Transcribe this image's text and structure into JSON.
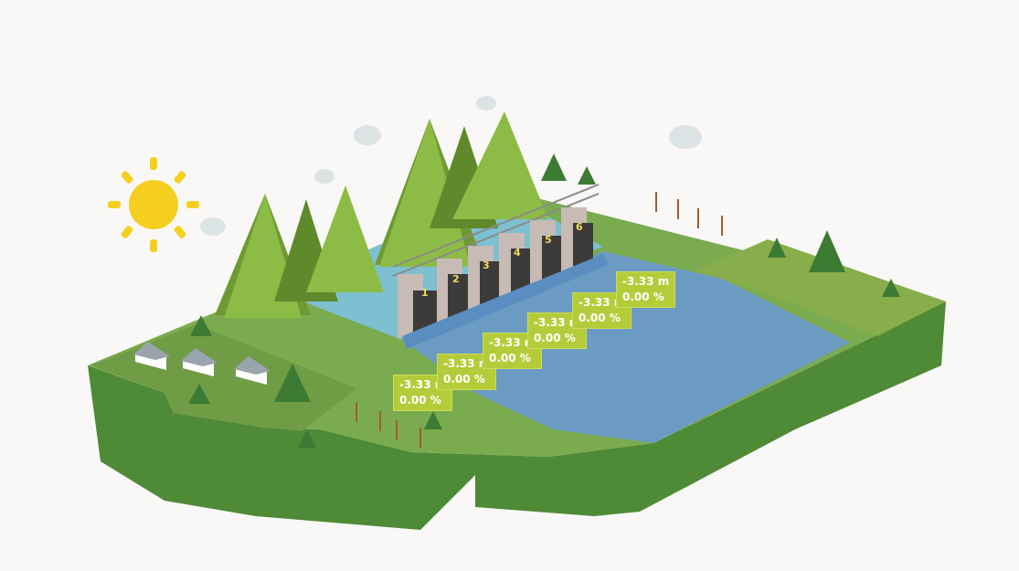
{
  "colors": {
    "background": "#f9f8f7",
    "grass_top": "#7bab4f",
    "grass_side": "#4f8a37",
    "reservoir": "#7cc0d2",
    "downstream": "#6b9bc2",
    "mountain": "#8cbc45",
    "gate_concrete": "#c8bab4",
    "sun": "#f5cf1f",
    "readout_bg": "#b5cc3a",
    "gate_number": "#f2dc5c"
  },
  "gates": [
    {
      "number": "1",
      "level": "-3.33 m",
      "opening": "0.00 %"
    },
    {
      "number": "2",
      "level": "-3.33 m",
      "opening": "0.00 %"
    },
    {
      "number": "3",
      "level": "-3.33 m",
      "opening": "0.00 %"
    },
    {
      "number": "4",
      "level": "-3.33 m",
      "opening": "0.00 %"
    },
    {
      "number": "5",
      "level": "-3.33 m",
      "opening": "0.00 %"
    },
    {
      "number": "6",
      "level": "-3.33 m",
      "opening": "0.00 %"
    }
  ]
}
